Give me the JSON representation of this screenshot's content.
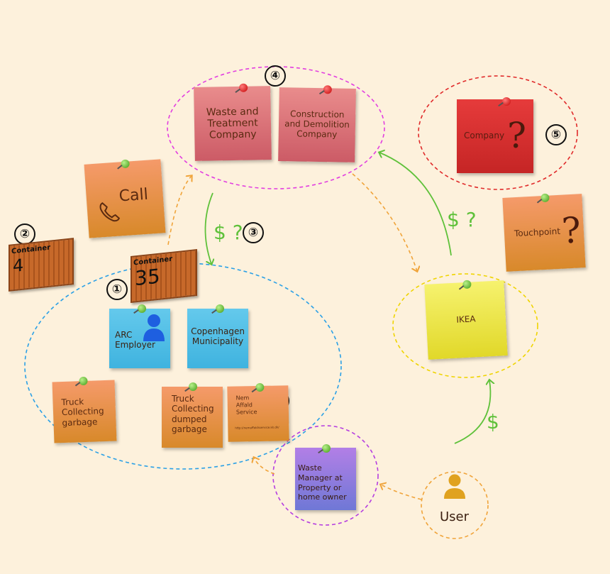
{
  "nodes": {
    "waste_treatment": "Waste and Treatment Company",
    "construction_demolition": "Construction and Demolition Company",
    "company": "Company",
    "company_mark": "?",
    "touchpoint": "Touchpoint",
    "touchpoint_mark": "?",
    "call": "Call",
    "ikea": "IKEA",
    "arc_employer": "ARC Employer",
    "copenhagen_municipality": "Copenhagen Municipality",
    "truck_collecting": "Truck Collecting garbage",
    "truck_dumped": "Truck Collecting dumped garbage",
    "nem_affald": "Nem Affald Service",
    "nem_affald_url": "http://nemaffaldsservice.kk.dk/",
    "waste_manager": "Waste Manager at Property or home owner",
    "user": "User"
  },
  "containers": {
    "c4": {
      "label": "Container",
      "number": "4"
    },
    "c35": {
      "label": "Container",
      "number": "35"
    }
  },
  "labels": {
    "price_q_left": "$ ?",
    "price_q_right": "$ ?",
    "price_user": "$"
  },
  "markers": [
    "①",
    "②",
    "③",
    "④",
    "⑤",
    "⑥"
  ],
  "colors": {
    "background": "#fdf1dc",
    "cluster_blue": "#2aa0e6",
    "cluster_magenta": "#e23ee0",
    "cluster_red": "#e02a2a",
    "cluster_yellow": "#efd400",
    "cluster_purple": "#b53ee0",
    "cluster_orange": "#f0a43a",
    "arrow_green": "#5fc13a",
    "arrow_orange": "#f0a43a"
  }
}
